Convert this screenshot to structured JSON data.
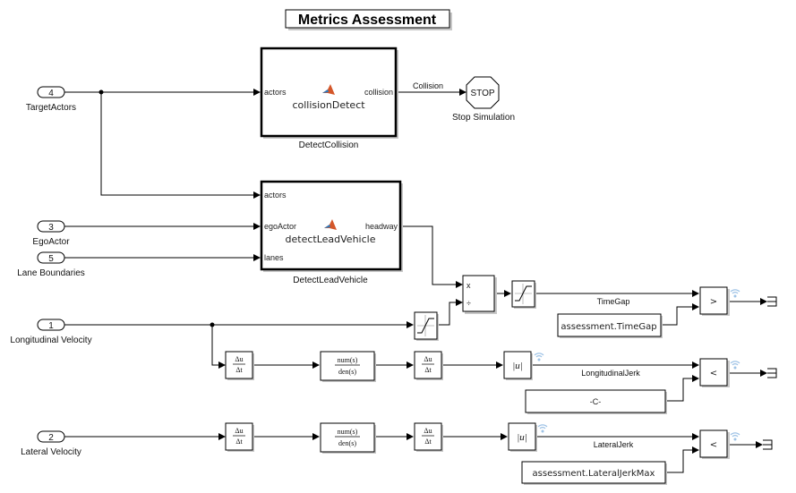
{
  "title": "Metrics Assessment",
  "inports": [
    {
      "number": "4",
      "label": "TargetActors"
    },
    {
      "number": "3",
      "label": "EgoActor"
    },
    {
      "number": "5",
      "label": "Lane Boundaries"
    },
    {
      "number": "1",
      "label": "Longitudinal Velocity"
    },
    {
      "number": "2",
      "label": "Lateral Velocity"
    }
  ],
  "detect_collision": {
    "block_name": "DetectCollision",
    "function_name": "collisionDetect",
    "input_port": "actors",
    "output_port": "collision",
    "icon": "matlab-function-icon"
  },
  "detect_lead_vehicle": {
    "block_name": "DetectLeadVehicle",
    "function_name": "detectLeadVehicle",
    "input_ports": [
      "actors",
      "egoActor",
      "lanes"
    ],
    "output_port": "headway",
    "icon": "matlab-function-icon"
  },
  "stop_block": {
    "text": "STOP",
    "label": "Stop Simulation"
  },
  "signals": {
    "collision": "Collision",
    "time_gap": "TimeGap",
    "longitudinal_jerk": "LongitudinalJerk",
    "lateral_jerk": "LateralJerk"
  },
  "product_block": {
    "ops": [
      "x",
      "÷"
    ]
  },
  "derivative_block": {
    "num": "Δu",
    "den": "Δt"
  },
  "transfer_fcn": {
    "num": "num(s)",
    "den": "den(s)"
  },
  "abs_block": {
    "text": "|u|"
  },
  "constants": {
    "time_gap": "assessment.TimeGap",
    "long_jerk": "-C-",
    "lateral_jerk": "assessment.LateralJerkMax"
  },
  "relational_ops": {
    "time_gap": ">",
    "long_jerk": "<",
    "lateral_jerk": "<"
  }
}
